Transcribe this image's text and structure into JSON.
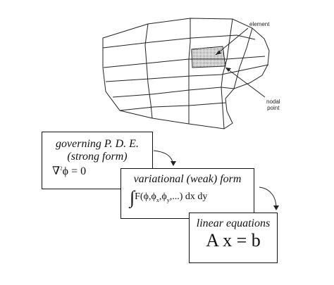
{
  "mesh": {
    "element_label": "element",
    "nodal_label_line1": "nodal",
    "nodal_label_line2": "point"
  },
  "stage1": {
    "line1": "governing P. D. E.",
    "line2": "(strong form)",
    "equation": "= 0",
    "nabla": "∇",
    "superscript": "2",
    "phi": "ϕ"
  },
  "stage2": {
    "title": "variational (weak) form",
    "integral": "∫",
    "formula": "F(ϕ,ϕ",
    "sub_x": "x",
    "mid": ",ϕ",
    "sub_y": "y",
    "tail": ",...) dx dy"
  },
  "stage3": {
    "title": "linear equations",
    "equation": "A x = b"
  }
}
